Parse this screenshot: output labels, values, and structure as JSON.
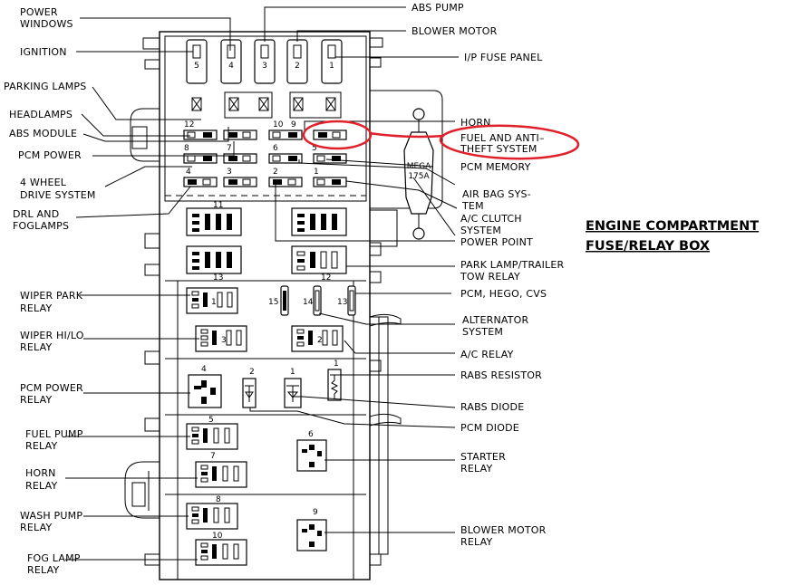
{
  "title": [
    "ENGINE  COMPARTMENT",
    "FUSE/RELAY  BOX"
  ],
  "labels_left": [
    {
      "id": "power-windows",
      "lines": [
        "POWER",
        "WINDOWS"
      ]
    },
    {
      "id": "ignition",
      "lines": [
        "IGNITION"
      ]
    },
    {
      "id": "parking-lamps",
      "lines": [
        "PARKING LAMPS"
      ]
    },
    {
      "id": "headlamps",
      "lines": [
        "HEADLAMPS"
      ]
    },
    {
      "id": "abs-module",
      "lines": [
        "ABS MODULE"
      ]
    },
    {
      "id": "pcm-power",
      "lines": [
        "PCM POWER"
      ]
    },
    {
      "id": "4wd-system",
      "lines": [
        "4 WHEEL",
        "DRIVE SYSTEM"
      ]
    },
    {
      "id": "drl-foglamps",
      "lines": [
        "DRL AND",
        "FOGLAMPS"
      ]
    },
    {
      "id": "wiper-park-relay",
      "lines": [
        "WIPER PARK",
        "RELAY"
      ]
    },
    {
      "id": "wiper-hilo-relay",
      "lines": [
        "WIPER HI/LO",
        "RELAY"
      ]
    },
    {
      "id": "pcm-power-relay",
      "lines": [
        "PCM POWER",
        "RELAY"
      ]
    },
    {
      "id": "fuel-pump-relay",
      "lines": [
        "FUEL  PUMP",
        "RELAY"
      ]
    },
    {
      "id": "horn-relay",
      "lines": [
        "HORN",
        "RELAY"
      ]
    },
    {
      "id": "wash-pump-relay",
      "lines": [
        "WASH PUMP",
        "RELAY"
      ]
    },
    {
      "id": "fog-lamp-relay",
      "lines": [
        "FOG LAMP",
        "RELAY"
      ]
    }
  ],
  "labels_right": [
    {
      "id": "abs-pump",
      "lines": [
        "ABS PUMP"
      ]
    },
    {
      "id": "blower-motor",
      "lines": [
        "BLOWER MOTOR"
      ]
    },
    {
      "id": "ip-fuse-panel",
      "lines": [
        "I/P FUSE PANEL"
      ]
    },
    {
      "id": "horn",
      "lines": [
        "HORN"
      ]
    },
    {
      "id": "fuel-anti-theft",
      "lines": [
        "FUEL AND ANTI–",
        "THEFT SYSTEM"
      ]
    },
    {
      "id": "pcm-memory",
      "lines": [
        "PCM MEMORY"
      ]
    },
    {
      "id": "air-bag-system",
      "lines": [
        "AIR BAG SYS-",
        "TEM"
      ]
    },
    {
      "id": "ac-clutch-system",
      "lines": [
        "A/C CLUTCH",
        "SYSTEM"
      ]
    },
    {
      "id": "power-point",
      "lines": [
        "POWER POINT"
      ]
    },
    {
      "id": "park-lamp-trailer-tow-relay",
      "lines": [
        "PARK LAMP/TRAILER",
        "TOW RELAY"
      ]
    },
    {
      "id": "pcm-hego-cvs",
      "lines": [
        "PCM, HEGO, CVS"
      ]
    },
    {
      "id": "alternator-system",
      "lines": [
        "ALTERNATOR",
        "SYSTEM"
      ]
    },
    {
      "id": "ac-relay",
      "lines": [
        "A/C RELAY"
      ]
    },
    {
      "id": "rabs-resistor",
      "lines": [
        "RABS  RESISTOR"
      ]
    },
    {
      "id": "rabs-diode",
      "lines": [
        "RABS  DIODE"
      ]
    },
    {
      "id": "pcm-diode",
      "lines": [
        "PCM DIODE"
      ]
    },
    {
      "id": "starter-relay",
      "lines": [
        "STARTER",
        "RELAY"
      ]
    },
    {
      "id": "blower-motor-relay",
      "lines": [
        "BLOWER  MOTOR",
        "RELAY"
      ]
    }
  ],
  "mega_fuse": [
    "MEGA",
    "175A"
  ],
  "maxi_fuse_numbers": [
    "5",
    "4",
    "3",
    "2",
    "1"
  ],
  "mini_fuse_numbers": [
    "12",
    "10",
    "9",
    "8",
    "7",
    "6",
    "5",
    "4",
    "3",
    "2",
    "1"
  ],
  "relay_numbers": [
    "11",
    "13",
    "12",
    "1",
    "2",
    "3",
    "4",
    "2",
    "1",
    "1",
    "5",
    "6",
    "7",
    "8",
    "9",
    "10"
  ],
  "cartridge_fuse_numbers": [
    "15",
    "14",
    "13"
  ],
  "highlight_color": "#e0202a"
}
